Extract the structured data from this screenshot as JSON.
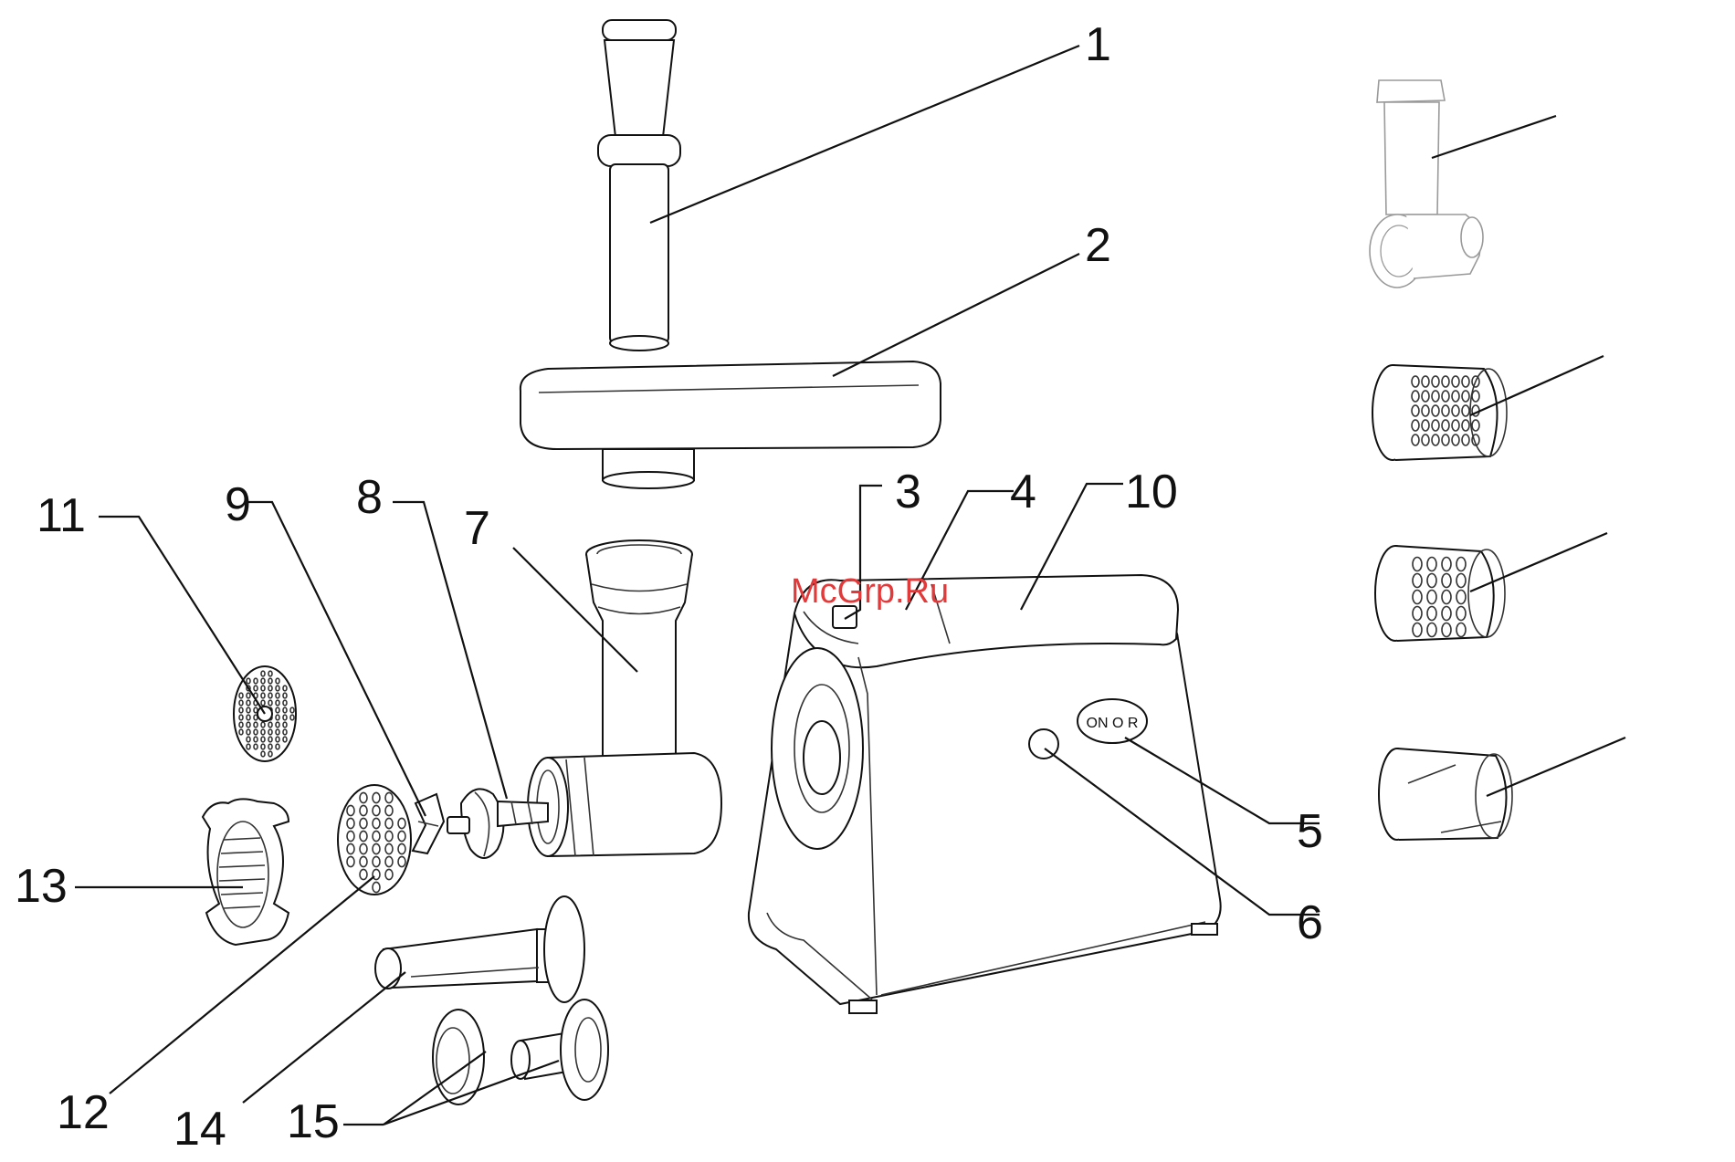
{
  "watermark": "McGrp.Ru",
  "callouts": {
    "c1": "1",
    "c2": "2",
    "c3": "3",
    "c4": "4",
    "c5": "5",
    "c6": "6",
    "c7": "7",
    "c8": "8",
    "c9": "9",
    "c10": "10",
    "c11": "11",
    "c12": "12",
    "c13": "13",
    "c14": "14",
    "c15": "15"
  },
  "switch_label": "ON O R",
  "colors": {
    "line": "#111111",
    "watermark": "#e23a3a",
    "faint": "#9a9a9a"
  }
}
